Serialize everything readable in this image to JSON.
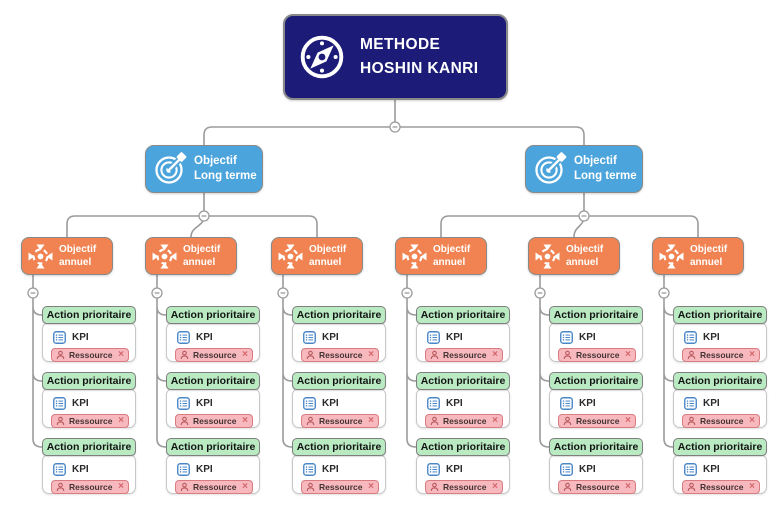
{
  "root": {
    "line1": "METHODE",
    "line2": "HOSHIN KANRI",
    "icon": "compass-icon"
  },
  "long_term": {
    "line1": "Objectif",
    "line2": "Long terme",
    "icon": "target-dart-icon",
    "count": 2
  },
  "annual": {
    "line1": "Objectif",
    "line2": "annuel",
    "icon": "crosshair-target-icon",
    "count": 6
  },
  "card": {
    "header": "Action prioritaire",
    "kpi_label": "KPI",
    "kpi_icon": "kpi-list-icon",
    "resource_label": "Ressource",
    "resource_icon": "person-icon",
    "remove_glyph": "×",
    "cards_per_annual_objective": 3
  },
  "collapse_button_glyph": "−",
  "palette": {
    "root_bg": "#1c1c78",
    "long_term_bg": "#4ba4dc",
    "annual_bg": "#f08351",
    "action_header_bg": "#b9eac2",
    "resource_bg": "#f7b9be",
    "resource_border": "#d97c81",
    "kpi_icon_blue": "#4a87c9",
    "connector_gray": "#9b9b9b",
    "node_border": "#898989"
  }
}
